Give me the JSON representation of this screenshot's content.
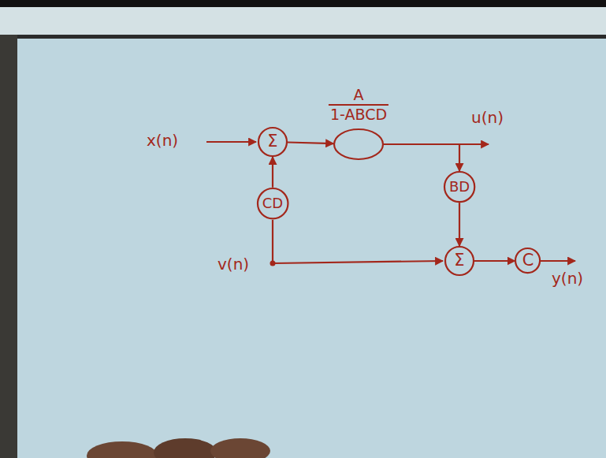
{
  "diagram": {
    "nodes": [
      {
        "text": [
          "Σ"
        ]
      },
      {
        "text": [
          "A",
          "1-ABCD"
        ]
      },
      {
        "text": [
          "BD"
        ]
      },
      {
        "text": [
          "CD"
        ]
      },
      {
        "text": [
          "Σ"
        ]
      },
      {
        "text": [
          "C"
        ]
      }
    ],
    "edges": [
      {
        "from": 0,
        "to": 1,
        "arrow": "to"
      },
      {
        "from": 1,
        "to": 2,
        "arrow": "to"
      },
      {
        "from": 3,
        "to": 0,
        "arrow": "to"
      },
      {
        "from": 2,
        "to": 4,
        "arrow": "to"
      },
      {
        "from": 4,
        "to": 5,
        "arrow": "to"
      }
    ],
    "labels": [
      "x(n)",
      "u(n)",
      "v(n)",
      "y(n)"
    ]
  }
}
